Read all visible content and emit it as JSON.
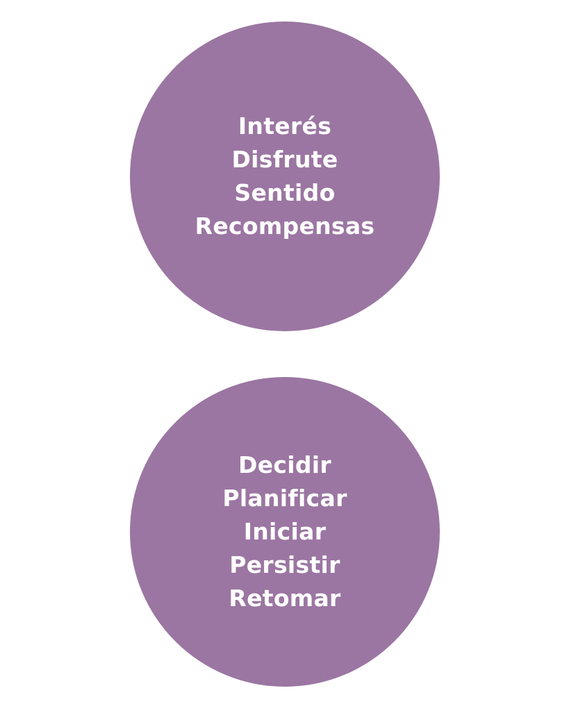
{
  "page": {
    "background_color": "#FFFFFF",
    "accent_color": "#9B76A2",
    "text_color": "#FFFFFF"
  },
  "circles": [
    {
      "id": "top-circle",
      "color": "#9B76A2",
      "lines": [
        "Interés",
        "Disfrute",
        "Sentido",
        "Recompensas"
      ]
    },
    {
      "id": "bottom-circle",
      "color": "#9B76A2",
      "lines": [
        "Decidir",
        "Planificar",
        "Iniciar",
        "Persistir",
        "Retomar"
      ]
    }
  ]
}
